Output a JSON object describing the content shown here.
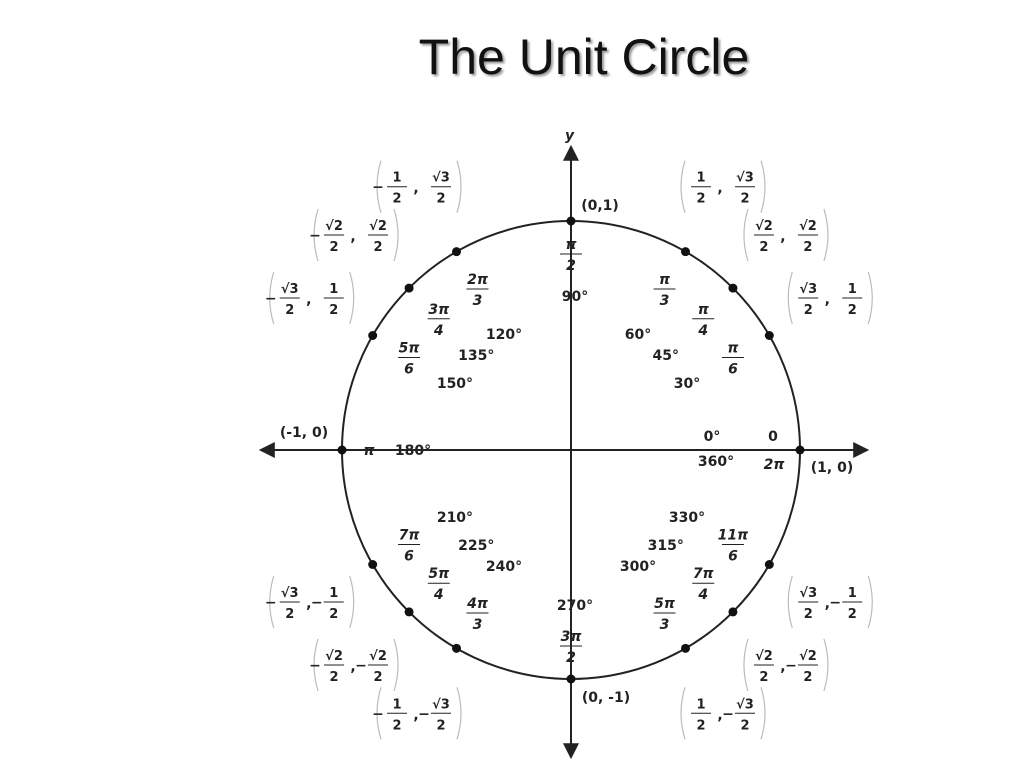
{
  "title": "The Unit Circle",
  "axes": {
    "x": "",
    "y": "y"
  },
  "points": [
    {
      "deg": "0°",
      "deg2": "360°",
      "rad": "0",
      "rad2_num": "2π",
      "coord": "(1, 0)"
    },
    {
      "deg": "30°",
      "rad_num": "π",
      "rad_den": "6",
      "coord_x": [
        "√3",
        "2"
      ],
      "coord_y": [
        "1",
        "2"
      ],
      "xneg": false,
      "yneg": false
    },
    {
      "deg": "45°",
      "rad_num": "π",
      "rad_den": "4",
      "coord_x": [
        "√2",
        "2"
      ],
      "coord_y": [
        "√2",
        "2"
      ],
      "xneg": false,
      "yneg": false
    },
    {
      "deg": "60°",
      "rad_num": "π",
      "rad_den": "3",
      "coord_x": [
        "1",
        "2"
      ],
      "coord_y": [
        "√3",
        "2"
      ],
      "xneg": false,
      "yneg": false
    },
    {
      "deg": "90°",
      "rad_num": "π",
      "rad_den": "2",
      "coord": "(0,1)"
    },
    {
      "deg": "120°",
      "rad_num": "2π",
      "rad_den": "3",
      "coord_x": [
        "1",
        "2"
      ],
      "coord_y": [
        "√3",
        "2"
      ],
      "xneg": true,
      "yneg": false
    },
    {
      "deg": "135°",
      "rad_num": "3π",
      "rad_den": "4",
      "coord_x": [
        "√2",
        "2"
      ],
      "coord_y": [
        "√2",
        "2"
      ],
      "xneg": true,
      "yneg": false
    },
    {
      "deg": "150°",
      "rad_num": "5π",
      "rad_den": "6",
      "coord_x": [
        "√3",
        "2"
      ],
      "coord_y": [
        "1",
        "2"
      ],
      "xneg": true,
      "yneg": false
    },
    {
      "deg": "180°",
      "rad": "π",
      "coord": "(-1, 0)"
    },
    {
      "deg": "210°",
      "rad_num": "7π",
      "rad_den": "6",
      "coord_x": [
        "√3",
        "2"
      ],
      "coord_y": [
        "1",
        "2"
      ],
      "xneg": true,
      "yneg": true
    },
    {
      "deg": "225°",
      "rad_num": "5π",
      "rad_den": "4",
      "coord_x": [
        "√2",
        "2"
      ],
      "coord_y": [
        "√2",
        "2"
      ],
      "xneg": true,
      "yneg": true
    },
    {
      "deg": "240°",
      "rad_num": "4π",
      "rad_den": "3",
      "coord_x": [
        "1",
        "2"
      ],
      "coord_y": [
        "√3",
        "2"
      ],
      "xneg": true,
      "yneg": true
    },
    {
      "deg": "270°",
      "rad_num": "3π",
      "rad_den": "2",
      "coord": "(0, -1)"
    },
    {
      "deg": "300°",
      "rad_num": "5π",
      "rad_den": "3",
      "coord_x": [
        "1",
        "2"
      ],
      "coord_y": [
        "√3",
        "2"
      ],
      "xneg": false,
      "yneg": true
    },
    {
      "deg": "315°",
      "rad_num": "7π",
      "rad_den": "4",
      "coord_x": [
        "√2",
        "2"
      ],
      "coord_y": [
        "√2",
        "2"
      ],
      "xneg": false,
      "yneg": true
    },
    {
      "deg": "330°",
      "rad_num": "11π",
      "rad_den": "6",
      "coord_x": [
        "√3",
        "2"
      ],
      "coord_y": [
        "1",
        "2"
      ],
      "xneg": false,
      "yneg": true
    }
  ]
}
